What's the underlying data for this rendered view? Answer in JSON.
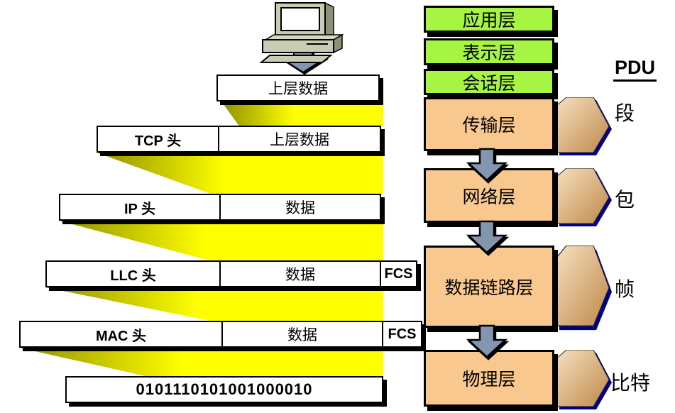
{
  "left_diagram": {
    "computer_icon": "desktop-computer",
    "rows": [
      {
        "cells": [
          {
            "text": "上层数据"
          }
        ]
      },
      {
        "cells": [
          {
            "text": "TCP 头"
          },
          {
            "text": "上层数据"
          }
        ]
      },
      {
        "cells": [
          {
            "text": "IP 头"
          },
          {
            "text": "数据"
          }
        ]
      },
      {
        "cells": [
          {
            "text": "LLC 头"
          },
          {
            "text": "数据"
          },
          {
            "text": "FCS"
          }
        ]
      },
      {
        "cells": [
          {
            "text": "MAC 头"
          },
          {
            "text": "数据"
          },
          {
            "text": "FCS"
          }
        ]
      },
      {
        "cells": [
          {
            "text": "0101110101001000010"
          }
        ]
      }
    ]
  },
  "osi_stack": {
    "pdu_heading": "PDU",
    "upper_layers": [
      {
        "label": "应用层"
      },
      {
        "label": "表示层"
      },
      {
        "label": "会话层"
      }
    ],
    "lower_layers": [
      {
        "label": "传输层",
        "pdu": "段"
      },
      {
        "label": "网络层",
        "pdu": "包"
      },
      {
        "label": "数据链路层",
        "pdu": "帧"
      },
      {
        "label": "物理层",
        "pdu": "比特"
      }
    ]
  },
  "colors": {
    "upper_layer_fill": "#A5F542",
    "lower_layer_fill": "#F9C88F",
    "flow_yellow_bright": "#FFFF00",
    "flow_yellow_dark": "#8F8F00",
    "block_arrow_fill": "#8496AF",
    "pdu_tab_light": "#F7E0C0",
    "pdu_tab_dark": "#BE8848",
    "pdu_tab_edge": "#00008B",
    "computer_body": "#C9CBB2"
  }
}
